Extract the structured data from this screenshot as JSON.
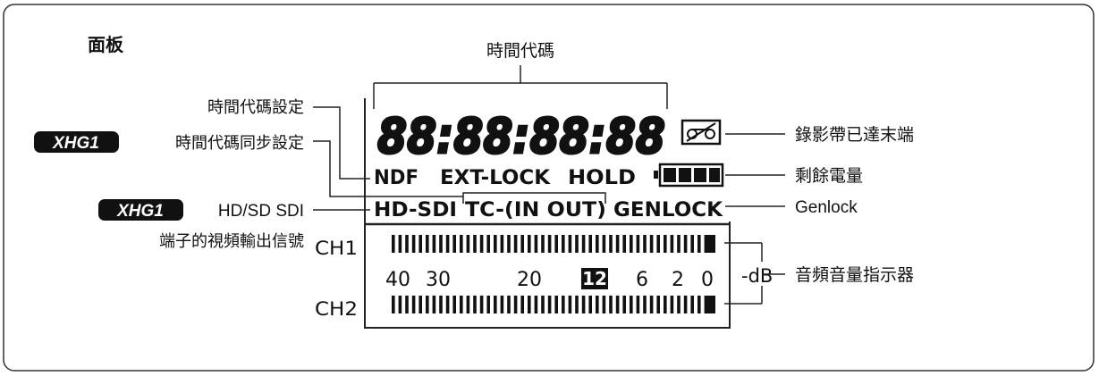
{
  "panel_title": "面板",
  "timecode_label": "時間代碼",
  "timecode_display": "88:88:88:88",
  "left_labels": {
    "timecode_setting": "時間代碼設定",
    "xhg1_badge": "XHG1",
    "timecode_sync_setting": "時間代碼同步設定",
    "hd_sd_sdi": "HD/SD SDI",
    "sdi_output_signal": "端子的視頻輸出信號"
  },
  "right_labels": {
    "tape_end": "錄影帶已達末端",
    "battery_remaining": "剩餘電量",
    "genlock": "Genlock",
    "audio_level": "音頻音量指示器"
  },
  "lcd": {
    "ndf": "NDF",
    "ext_lock": "EXT-LOCK",
    "hold": "HOLD",
    "hd_sdi": "HD-SDI",
    "tc_in_out": "TC-(IN OUT)",
    "genlock": "GENLOCK",
    "ch1": "CH1",
    "ch2": "CH2",
    "db_unit": "-dB",
    "scale": [
      "40",
      "30",
      "20",
      "12",
      "6",
      "2",
      "0"
    ]
  }
}
